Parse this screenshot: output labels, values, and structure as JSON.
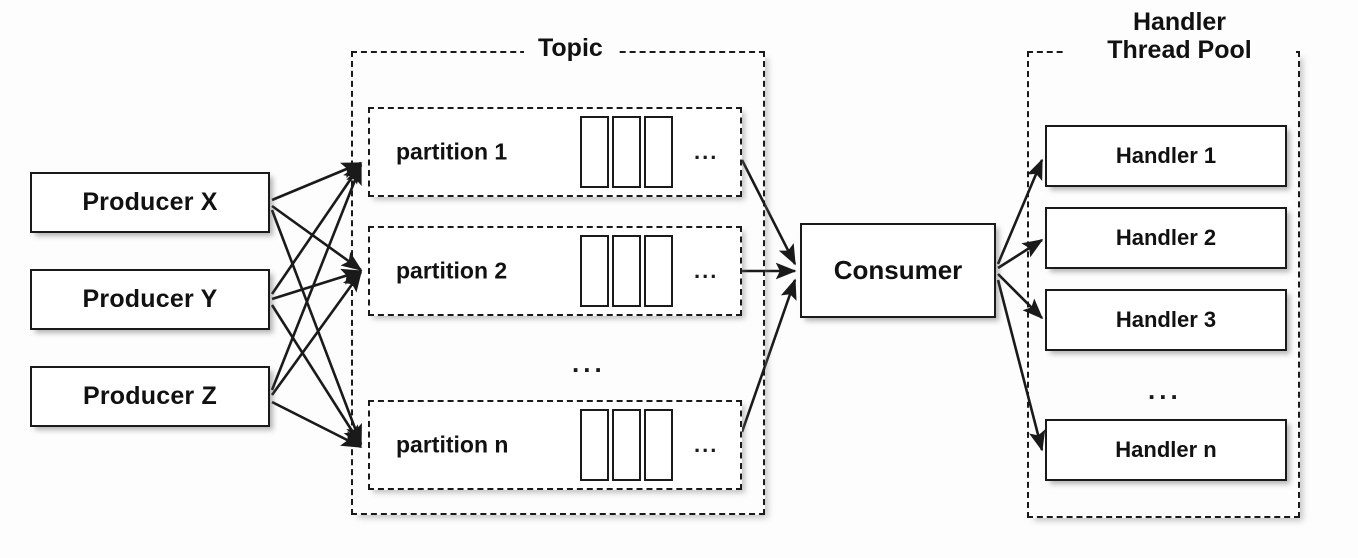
{
  "diagram": {
    "title_topic": "Topic",
    "title_pool": "Handler\nThread Pool",
    "ellipsis": "...",
    "colors": {
      "stroke": "#1a1a1a",
      "fill": "#ffffff",
      "background": "#fdfdfd",
      "shadow": "#9a9a9a"
    }
  },
  "producers": [
    {
      "label": "Producer X"
    },
    {
      "label": "Producer Y"
    },
    {
      "label": "Producer Z"
    }
  ],
  "topic": {
    "label": "Topic",
    "between_partitions_ellipsis": "...",
    "partitions": [
      {
        "label": "partition 1",
        "messages": [
          "",
          "",
          ""
        ],
        "more": "..."
      },
      {
        "label": "partition 2",
        "messages": [
          "",
          "",
          ""
        ],
        "more": "..."
      },
      {
        "label": "partition n",
        "messages": [
          "",
          "",
          ""
        ],
        "more": "..."
      }
    ]
  },
  "consumer": {
    "label": "Consumer"
  },
  "handler_pool": {
    "label": "Handler\nThread Pool",
    "between_handlers_ellipsis": "...",
    "handlers": [
      {
        "label": "Handler 1"
      },
      {
        "label": "Handler 2"
      },
      {
        "label": "Handler 3"
      },
      {
        "label": "Handler n"
      }
    ]
  }
}
